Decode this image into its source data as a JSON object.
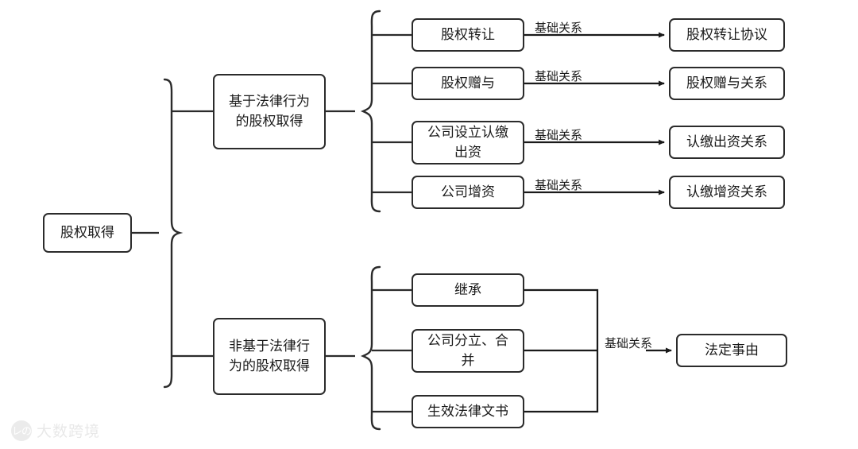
{
  "diagram": {
    "title": "股权取得",
    "nodes": {
      "root": {
        "label": "股权取得"
      },
      "branch_legal": {
        "label": "基于法律行为\n的股权取得"
      },
      "branch_nonlegal": {
        "label": "非基于法律行\n为的股权取得"
      },
      "legal_items": [
        {
          "label": "股权转让"
        },
        {
          "label": "股权赠与"
        },
        {
          "label": "公司设立认缴\n出资"
        },
        {
          "label": "公司增资"
        }
      ],
      "legal_results": [
        {
          "label": "股权转让协议"
        },
        {
          "label": "股权赠与关系"
        },
        {
          "label": "认缴出资关系"
        },
        {
          "label": "认缴增资关系"
        }
      ],
      "nonlegal_items": [
        {
          "label": "继承"
        },
        {
          "label": "公司分立、合\n并"
        },
        {
          "label": "生效法律文书"
        }
      ],
      "nonlegal_result": {
        "label": "法定事由"
      }
    },
    "edge_labels": {
      "legal": [
        "基础关系",
        "基础关系",
        "基础关系",
        "基础关系"
      ],
      "nonlegal": "基础关系"
    },
    "watermark": {
      "logo_text": "レの",
      "text": "大数跨境"
    },
    "colors": {
      "stroke": "#2b2b2b",
      "text": "#1a1a1a",
      "background": "#ffffff"
    }
  }
}
